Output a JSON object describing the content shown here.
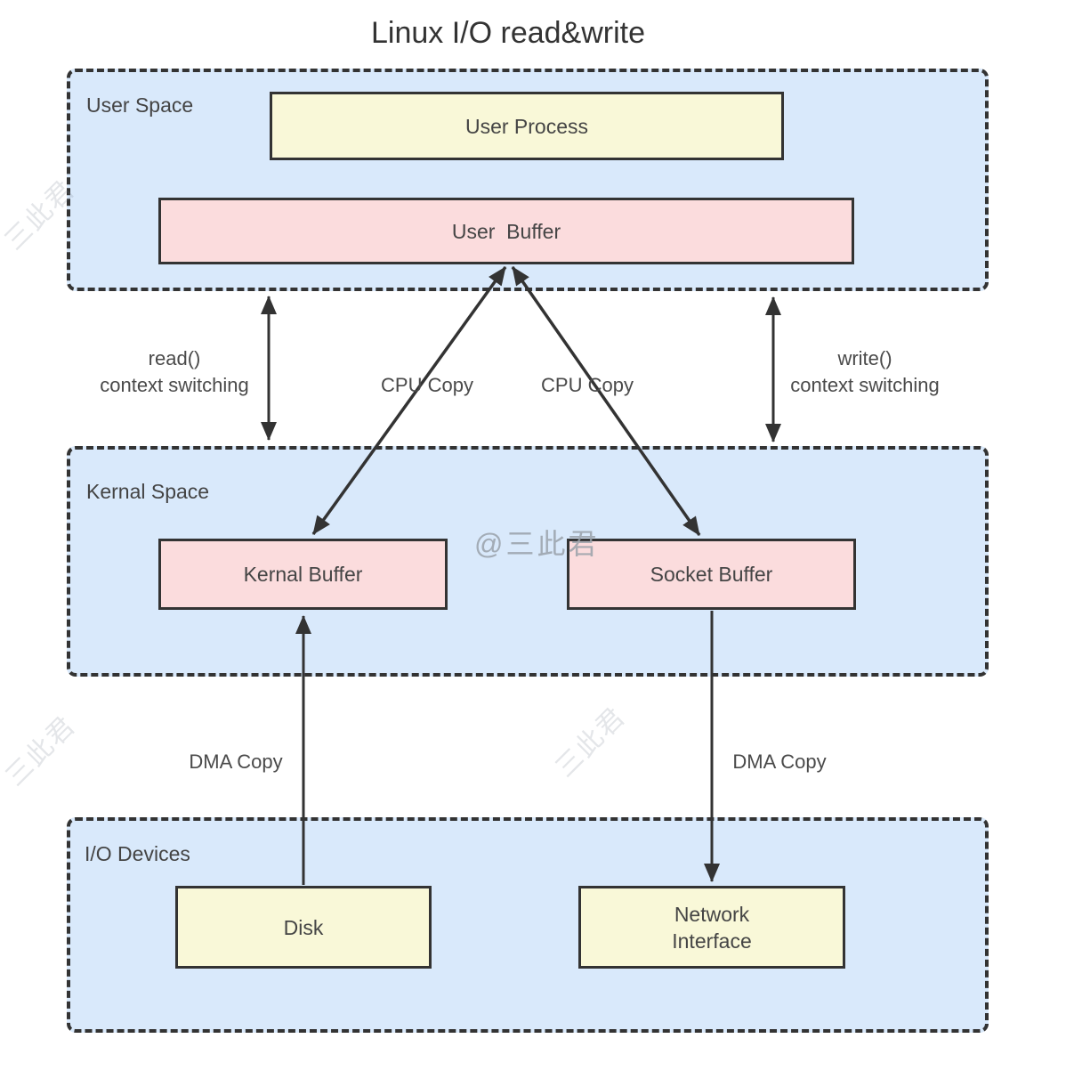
{
  "title": "Linux I/O read&write",
  "colors": {
    "container_fill": "#d9e9fb",
    "process_box_fill": "#f9f8d8",
    "buffer_box_fill": "#fbdcdd",
    "border": "#333333",
    "text": "#4a4a4a",
    "watermark": "#9aa2aa"
  },
  "containers": {
    "user_space": {
      "label": "User Space"
    },
    "kernal_space": {
      "label": "Kernal Space"
    },
    "io_devices": {
      "label": "I/O Devices"
    }
  },
  "nodes": {
    "user_process": {
      "label": "User Process"
    },
    "user_buffer": {
      "label": "User  Buffer"
    },
    "kernal_buffer": {
      "label": "Kernal Buffer"
    },
    "socket_buffer": {
      "label": "Socket Buffer"
    },
    "disk": {
      "label": "Disk"
    },
    "network_interface": {
      "lines": [
        "Network",
        "Interface"
      ]
    }
  },
  "edges": {
    "read_context": {
      "line1": "read()",
      "line2": "context switching",
      "direction": "bidirectional"
    },
    "write_context": {
      "line1": "write()",
      "line2": "context switching",
      "direction": "bidirectional"
    },
    "cpu_copy_left": {
      "label": "CPU Copy",
      "direction": "bidirectional"
    },
    "cpu_copy_right": {
      "label": "CPU Copy",
      "direction": "bidirectional"
    },
    "dma_copy_left": {
      "label": "DMA Copy",
      "direction": "disk-to-kernal-buffer"
    },
    "dma_copy_right": {
      "label": "DMA Copy",
      "direction": "socket-buffer-to-network-interface"
    }
  },
  "watermarks": {
    "center": "@三此君",
    "faint": "三此君"
  }
}
